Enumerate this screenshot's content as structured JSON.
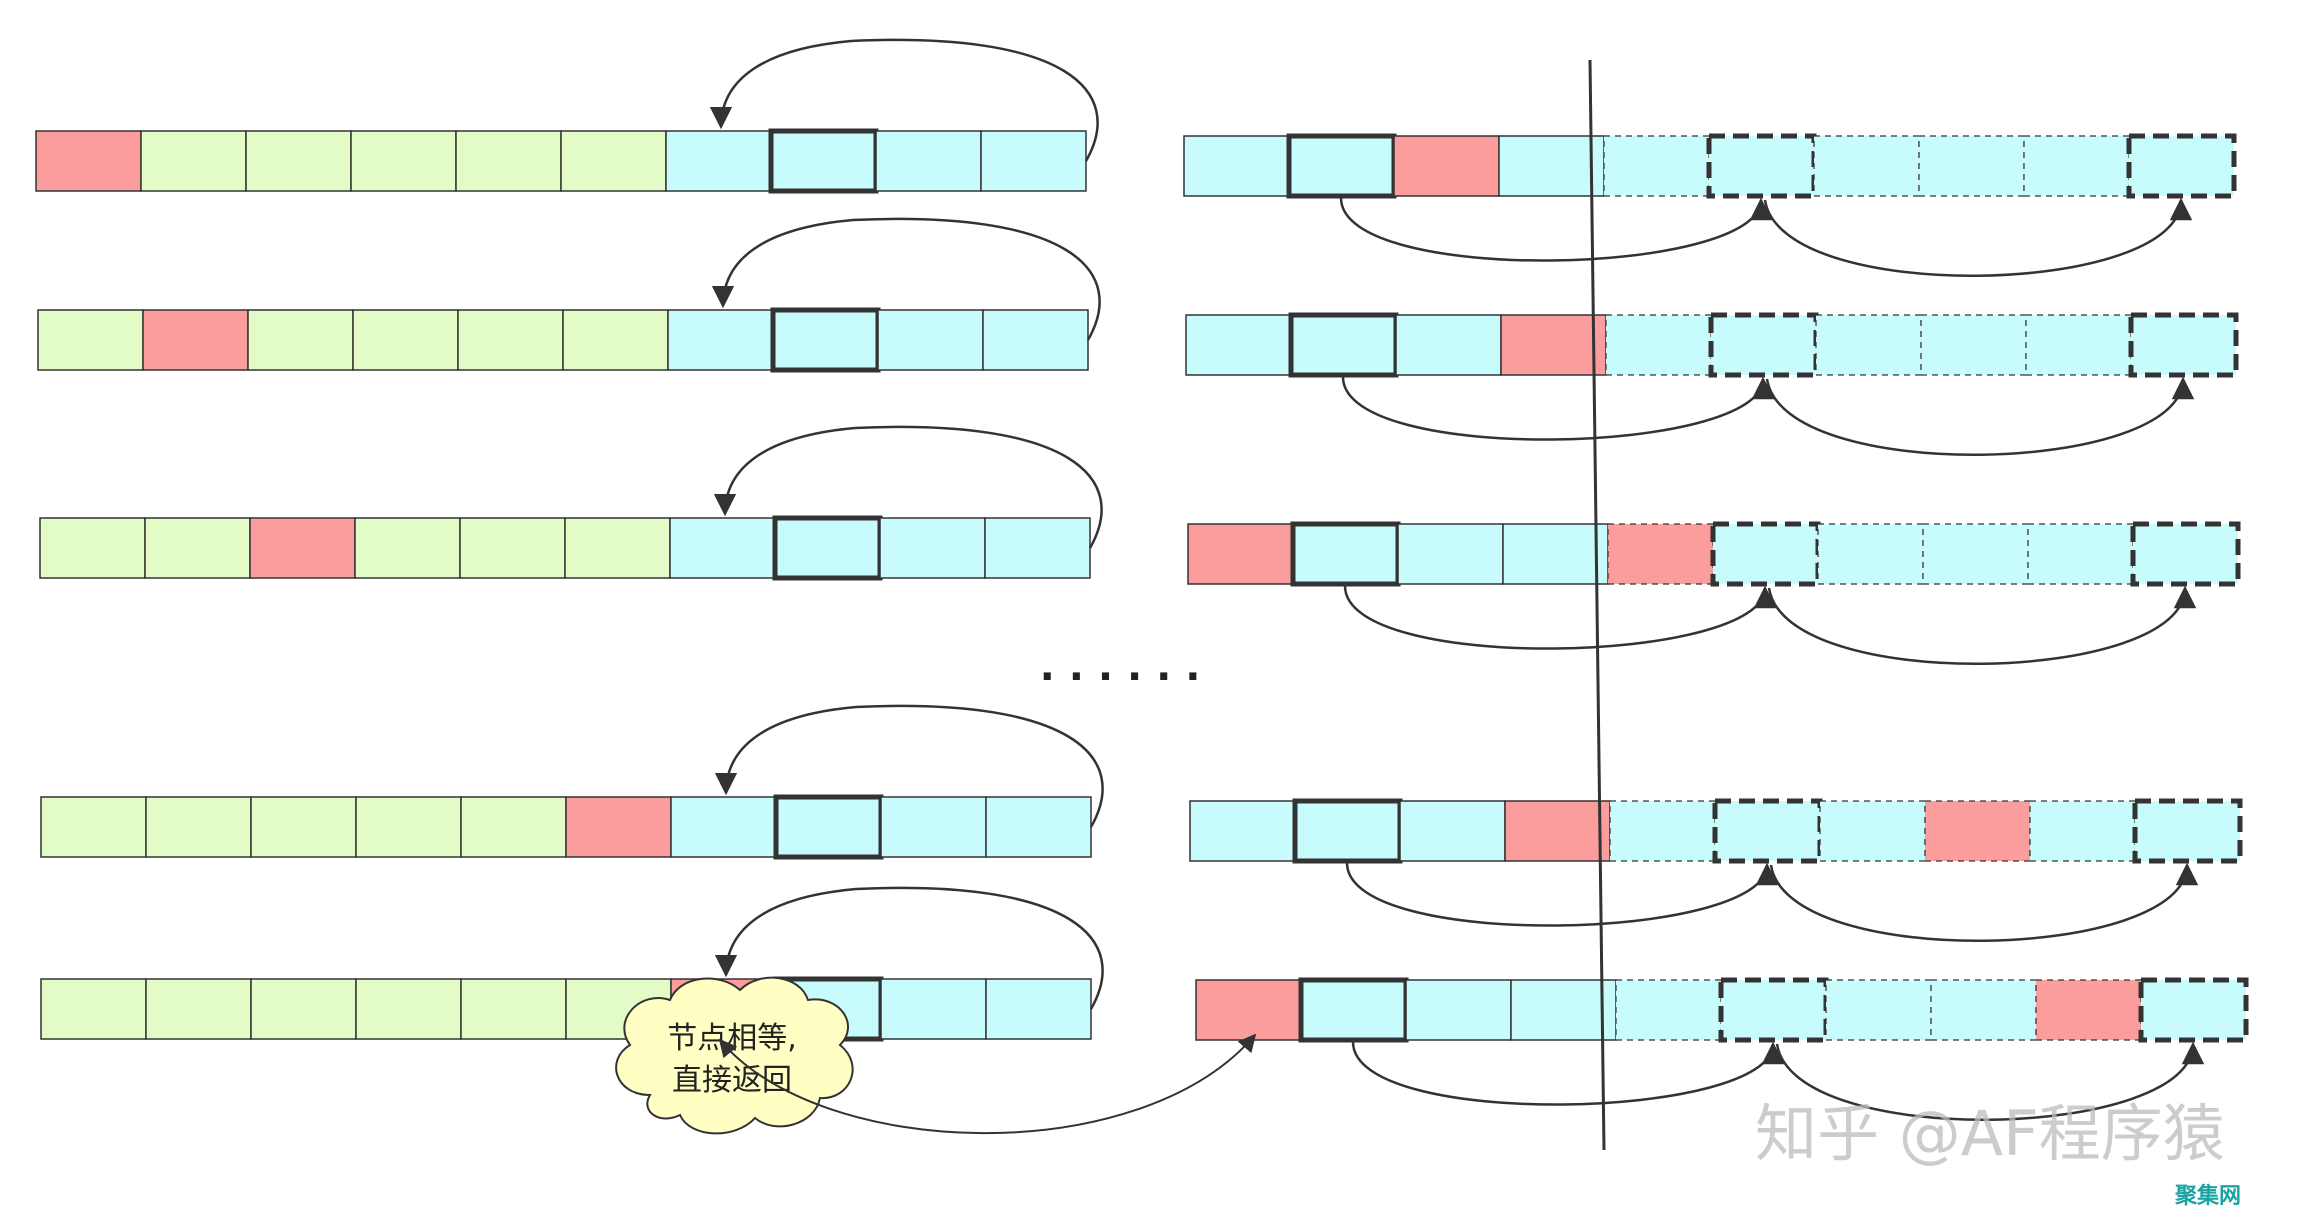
{
  "colors": {
    "green": "#e3fcc7",
    "cyan": "#c7fbfc",
    "red": "#fc9d9d",
    "stroke": "#333333",
    "cloud": "#ffffc4"
  },
  "ellipsis": "· · · · · ·",
  "callout": {
    "line1": "节点相等,",
    "line2": "直接返回"
  },
  "watermark": {
    "text": "知乎 @AF程序猿",
    "badge": "聚集网"
  },
  "left_rows": [
    {
      "cells": [
        "red",
        "green",
        "green",
        "green",
        "green",
        "green",
        "cyan",
        "cyan-bold",
        "cyan",
        "cyan"
      ]
    },
    {
      "cells": [
        "green",
        "red",
        "green",
        "green",
        "green",
        "green",
        "cyan",
        "cyan-bold",
        "cyan",
        "cyan"
      ]
    },
    {
      "cells": [
        "green",
        "green",
        "red",
        "green",
        "green",
        "green",
        "cyan",
        "cyan-bold",
        "cyan",
        "cyan"
      ]
    },
    {
      "cells": [
        "green",
        "green",
        "green",
        "green",
        "green",
        "red",
        "cyan",
        "cyan-bold",
        "cyan",
        "cyan"
      ]
    },
    {
      "cells": [
        "green",
        "green",
        "green",
        "green",
        "green",
        "green",
        "red",
        "cyan-bold",
        "cyan",
        "cyan"
      ]
    }
  ],
  "right_rows": [
    {
      "solid": [
        "cyan",
        "cyan-bold",
        "red",
        "cyan"
      ],
      "dashed": [
        "cyan",
        "cyan-bold",
        "cyan",
        "cyan",
        "cyan",
        "cyan-bold"
      ]
    },
    {
      "solid": [
        "cyan",
        "cyan-bold",
        "cyan",
        "red"
      ],
      "dashed": [
        "cyan",
        "cyan-bold",
        "cyan",
        "cyan",
        "cyan",
        "cyan-bold"
      ]
    },
    {
      "solid": [
        "red",
        "cyan-bold",
        "cyan",
        "cyan"
      ],
      "dashed": [
        "red",
        "cyan-bold",
        "cyan",
        "cyan",
        "cyan",
        "cyan-bold"
      ]
    },
    {
      "solid": [
        "cyan",
        "cyan-bold",
        "cyan",
        "red"
      ],
      "dashed": [
        "cyan",
        "cyan-bold",
        "cyan",
        "red",
        "cyan",
        "cyan-bold"
      ]
    },
    {
      "solid": [
        "red",
        "cyan-bold",
        "cyan",
        "cyan"
      ],
      "dashed": [
        "cyan",
        "cyan-bold",
        "cyan",
        "cyan",
        "red",
        "cyan-bold"
      ]
    }
  ]
}
